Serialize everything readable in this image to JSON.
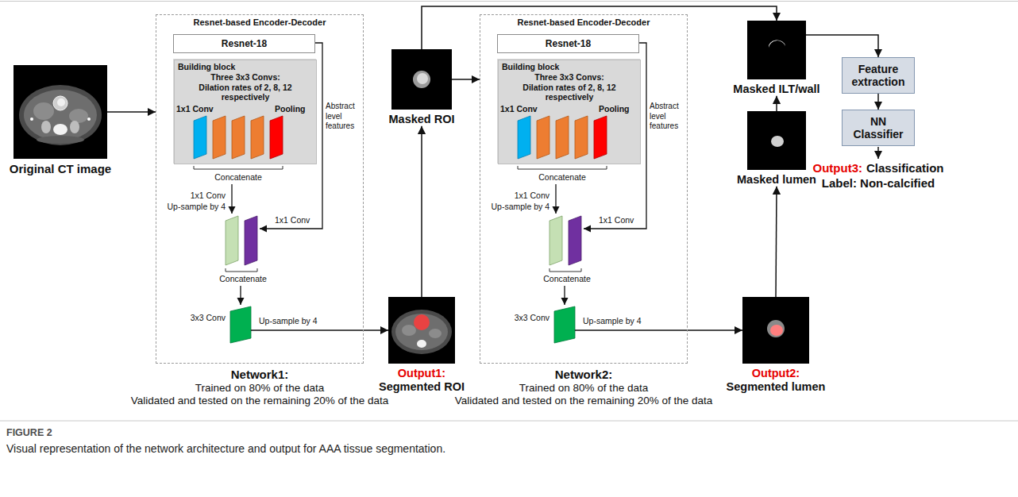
{
  "diagram": {
    "title": "FIGURE 2",
    "caption": "Visual representation of the network architecture and output for AAA tissue segmentation.",
    "nodes": [
      {
        "text": [
          "Original CT image"
        ]
      },
      {
        "text": [
          "Resnet-based Encoder-Decoder",
          "Network1:",
          "Trained on 80% of the data",
          "Validated and tested on the remaining 20% of the data"
        ]
      },
      {
        "text": [
          "Resnet-18"
        ],
        "in": 1
      },
      {
        "text": [
          "Building block",
          "Three 3x3 Convs: Dilation rates of 2, 8, 12 respectively"
        ],
        "in": 1
      },
      {
        "text": [
          "Masked ROI"
        ]
      },
      {
        "text": [
          "Output1:",
          "Segmented ROI"
        ]
      },
      {
        "text": [
          "Resnet-based Encoder-Decoder",
          "Network2:",
          "Trained on 80% of the data",
          "Validated and tested on the remaining 20% of the data"
        ]
      },
      {
        "text": [
          "Resnet-18"
        ],
        "in": 6
      },
      {
        "text": [
          "Building block",
          "Three 3x3 Convs: Dilation rates of 2, 8, 12 respectively"
        ],
        "in": 6
      },
      {
        "text": [
          "Masked ILT/wall"
        ]
      },
      {
        "text": [
          "Masked lumen"
        ]
      },
      {
        "text": [
          "Output2:",
          "Segmented lumen"
        ]
      },
      {
        "text": [
          "Feature extraction"
        ]
      },
      {
        "text": [
          "NN Classifier"
        ]
      }
    ],
    "edges": [
      {
        "from": 0,
        "to": 1,
        "arrow": "to"
      },
      {
        "from": 1,
        "to": 5,
        "arrow": "to"
      },
      {
        "from": 5,
        "to": 4,
        "arrow": "to"
      },
      {
        "from": 4,
        "to": 6,
        "arrow": "to"
      },
      {
        "from": 6,
        "to": 11,
        "arrow": "to"
      },
      {
        "from": 11,
        "to": 10,
        "arrow": "to"
      },
      {
        "from": 10,
        "to": 9,
        "arrow": "to"
      },
      {
        "from": 4,
        "to": 9,
        "arrow": "to"
      },
      {
        "from": 9,
        "to": 12,
        "arrow": "to"
      },
      {
        "from": 12,
        "to": 13,
        "arrow": "to"
      }
    ],
    "labels": [
      "1x1 Conv",
      "Pooling",
      "Concatenate",
      "1x1 Conv",
      "Up-sample by 4",
      "1x1 Conv",
      "Abstract level features",
      "Concatenate",
      "3x3 Conv",
      "Up-sample by 4",
      "1x1 Conv",
      "Pooling",
      "Concatenate",
      "1x1 Conv",
      "Up-sample by 4",
      "1x1 Conv",
      "Abstract level features",
      "Concatenate",
      "3x3 Conv",
      "Up-sample by 4",
      "Output3:",
      "Classification",
      "Label: Non-calcified"
    ]
  }
}
